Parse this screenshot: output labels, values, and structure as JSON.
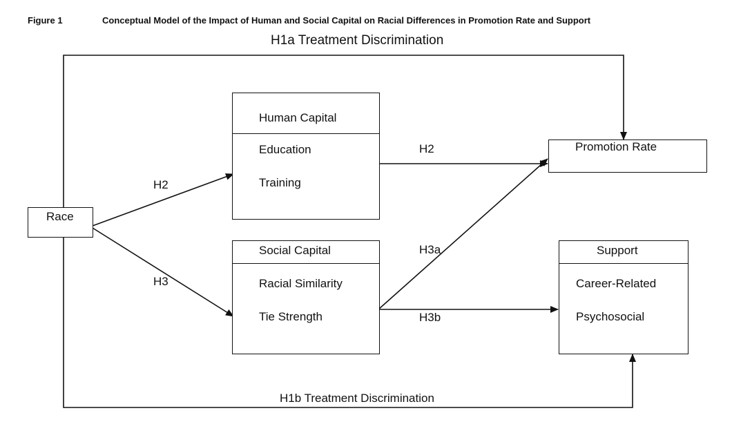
{
  "caption": {
    "figure_number": "Figure 1",
    "title": "Conceptual Model of the Impact of Human and Social Capital on Racial Differences in Promotion Rate and Support"
  },
  "nodes": {
    "race": {
      "label": "Race"
    },
    "human_capital": {
      "title": "Human Capital",
      "items": [
        "Education",
        "Training"
      ]
    },
    "social_capital": {
      "title": "Social Capital",
      "items": [
        "Racial Similarity",
        "Tie Strength"
      ]
    },
    "promotion_rate": {
      "label": "Promotion Rate"
    },
    "support": {
      "title": "Support",
      "items": [
        "Career-Related",
        "Psychosocial"
      ]
    }
  },
  "edges": {
    "h1a": "H1a Treatment Discrimination",
    "h1b": "H1b Treatment Discrimination",
    "race_to_human": "H2",
    "race_to_social": "H3",
    "human_to_promotion": "H2",
    "social_to_promotion": "H3a",
    "social_to_support": "H3b"
  }
}
